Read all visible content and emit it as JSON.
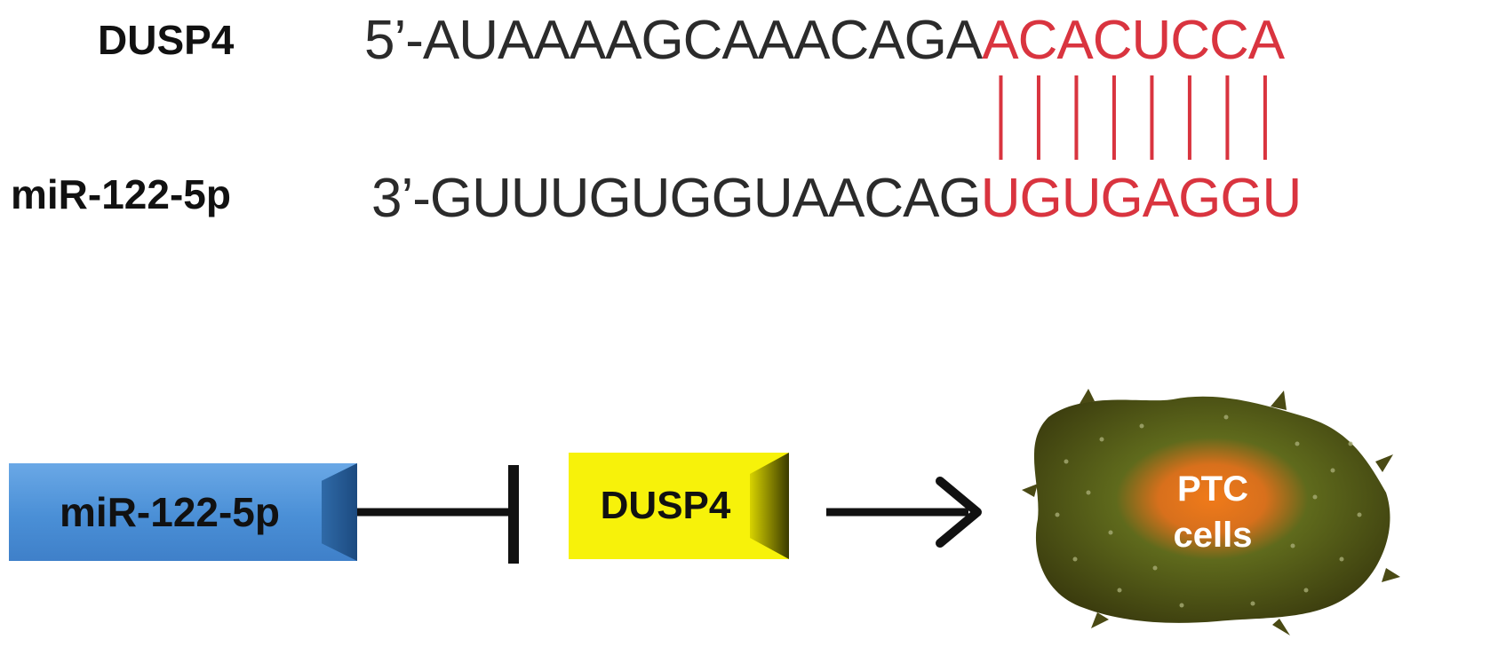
{
  "sequences": {
    "dusp4": {
      "label": "DUSP4",
      "prefix": "5’-",
      "unpaired": "AUAAAAGCAAACAGA",
      "paired": "ACACUCCA"
    },
    "mirna": {
      "label": "miR-122-5p",
      "prefix": "3’-",
      "unpaired": "GUUUGUGGUAACAG",
      "paired": "UGUGAGGU"
    },
    "pair_count": 8,
    "match_color": "#d9343f"
  },
  "pathway": {
    "mirna_box": "miR-122-5p",
    "target_box": "DUSP4",
    "cell_line1": "PTC",
    "cell_line2": "cells",
    "inhibition_symbol": "blunt-arrow-icon",
    "activation_symbol": "arrow-icon"
  }
}
